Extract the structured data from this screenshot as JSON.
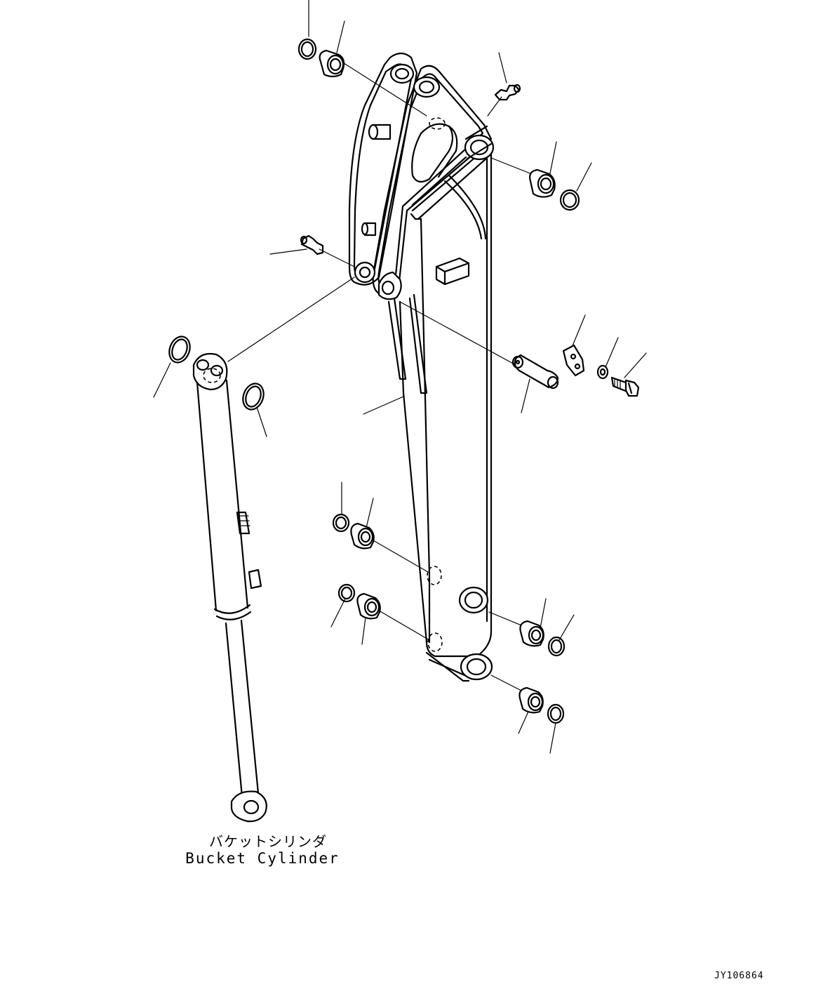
{
  "labels": {
    "bucket_cylinder_jp": "バケットシリンダ",
    "bucket_cylinder_en": "Bucket Cylinder",
    "drawing_number": "JY106864"
  }
}
